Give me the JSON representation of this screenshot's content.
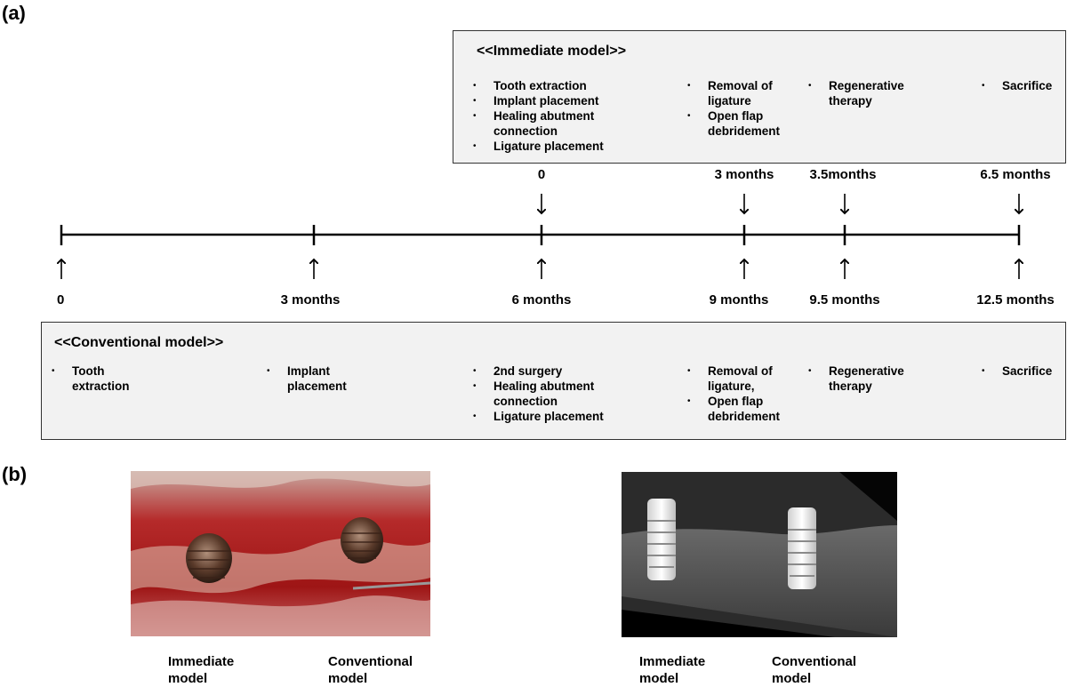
{
  "panel_a_label": "(a)",
  "panel_b_label": "(b)",
  "immediate_model": {
    "title": "<<Immediate model>>",
    "columns": [
      [
        "Tooth extraction",
        "Implant placement",
        "Healing abutment connection",
        "Ligature placement"
      ],
      [
        "Removal of ligature",
        "Open flap debridement"
      ],
      [
        "Regenerative therapy"
      ],
      [
        "Sacrifice"
      ]
    ],
    "time_labels": [
      "0",
      "3 months",
      "3.5months",
      "6.5 months"
    ]
  },
  "conventional_model": {
    "title": "<<Conventional model>>",
    "columns": [
      [
        "Tooth extraction"
      ],
      [
        "Implant placement"
      ],
      [
        "2nd surgery",
        "Healing abutment connection",
        "Ligature placement"
      ],
      [
        "Removal of ligature,",
        "Open flap debridement"
      ],
      [
        "Regenerative therapy"
      ],
      [
        "Sacrifice"
      ]
    ],
    "time_labels": [
      "0",
      "3 months",
      "6 months",
      "9 months",
      "9.5 months",
      "12.5 months"
    ]
  },
  "panel_b": {
    "photo_captions": [
      "Immediate model",
      "Conventional model"
    ],
    "xray_captions": [
      "Immediate model",
      "Conventional model"
    ]
  }
}
